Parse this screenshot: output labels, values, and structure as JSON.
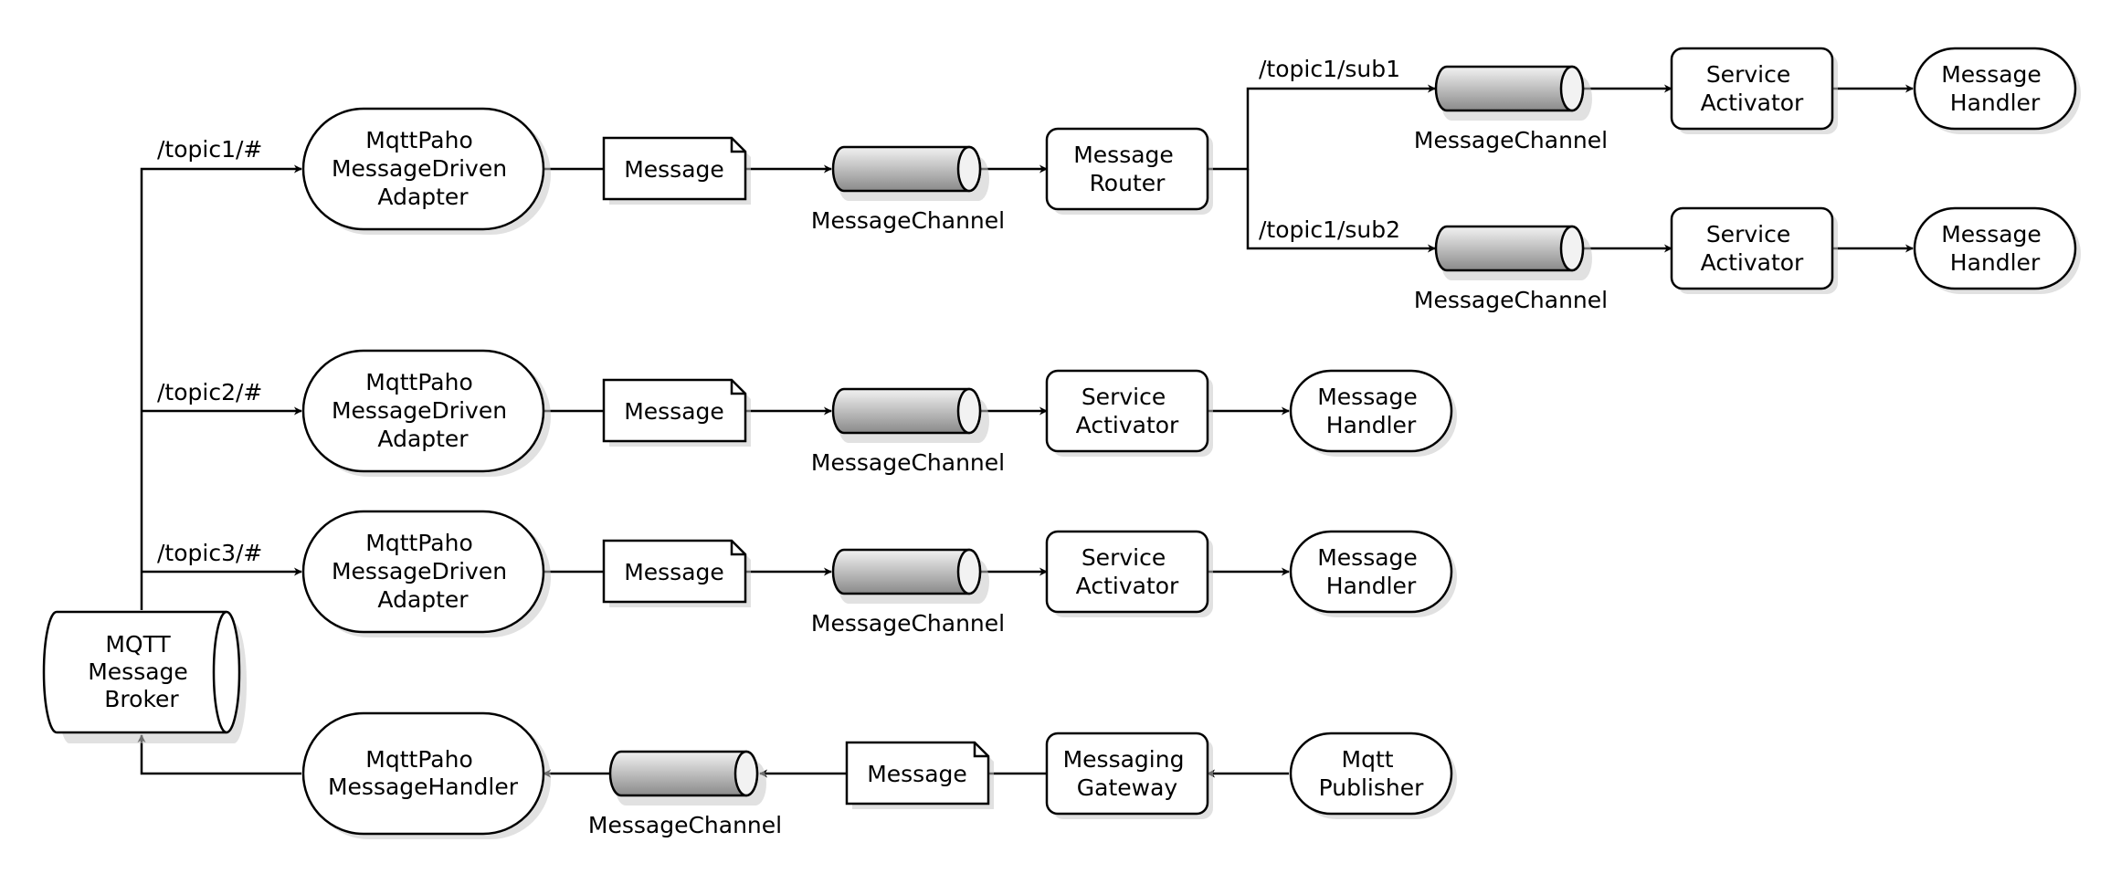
{
  "colors": {
    "stroke": "#000000",
    "node_fill": "#ffffff",
    "cylinder_dark": "#8a8a8a",
    "cylinder_light": "#f2f2f2",
    "shadow": "#c8c8c8"
  },
  "broker": {
    "lines": [
      "MQTT",
      "Message",
      "Broker"
    ]
  },
  "labels": {
    "adapter": [
      "MqttPaho",
      "MessageDriven",
      "Adapter"
    ],
    "message": "Message",
    "channel": "MessageChannel",
    "router": [
      "Message",
      "Router"
    ],
    "service_activator": [
      "Service",
      "Activator"
    ],
    "message_handler": [
      "Message",
      "Handler"
    ],
    "paho_handler": [
      "MqttPaho",
      "MessageHandler"
    ],
    "gateway": [
      "Messaging",
      "Gateway"
    ],
    "publisher": [
      "Mqtt",
      "Publisher"
    ]
  },
  "topics": {
    "topic1": "/topic1/#",
    "topic2": "/topic2/#",
    "topic3": "/topic3/#",
    "sub1": "/topic1/sub1",
    "sub2": "/topic1/sub2"
  }
}
